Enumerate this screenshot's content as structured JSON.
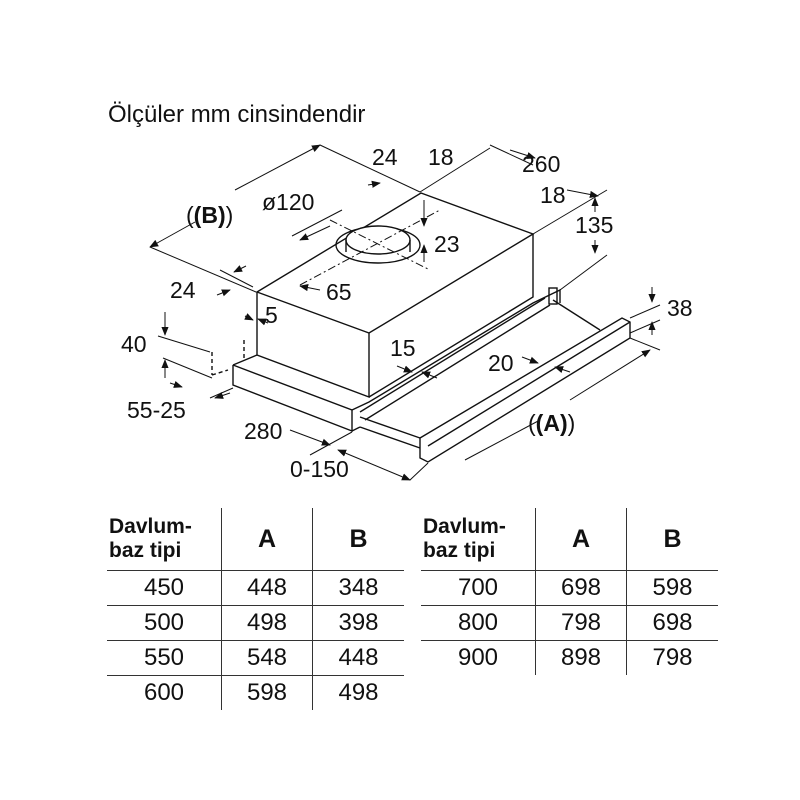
{
  "title": "Ölçüler mm cinsindendir",
  "drawing": {
    "labels": {
      "b_dim": "(B)",
      "a_dim": "(A)",
      "d24_top": "24",
      "d18_top": "18",
      "d260": "260",
      "d18_right": "18",
      "d135": "135",
      "diameter": "ø120",
      "d23": "23",
      "d65": "65",
      "d24_left": "24",
      "d5": "5",
      "d40": "40",
      "d55_25": "55-25",
      "d280": "280",
      "d0_150": "0-150",
      "d15": "15",
      "d20": "20",
      "d38": "38"
    }
  },
  "tables": [
    {
      "headers": [
        "Davlum-",
        "baz tipi",
        "A",
        "B"
      ],
      "rows": [
        [
          "450",
          "448",
          "348"
        ],
        [
          "500",
          "498",
          "398"
        ],
        [
          "550",
          "548",
          "448"
        ],
        [
          "600",
          "598",
          "498"
        ]
      ]
    },
    {
      "headers": [
        "Davlum-",
        "baz tipi",
        "A",
        "B"
      ],
      "rows": [
        [
          "700",
          "698",
          "598"
        ],
        [
          "800",
          "798",
          "698"
        ],
        [
          "900",
          "898",
          "798"
        ]
      ]
    }
  ]
}
